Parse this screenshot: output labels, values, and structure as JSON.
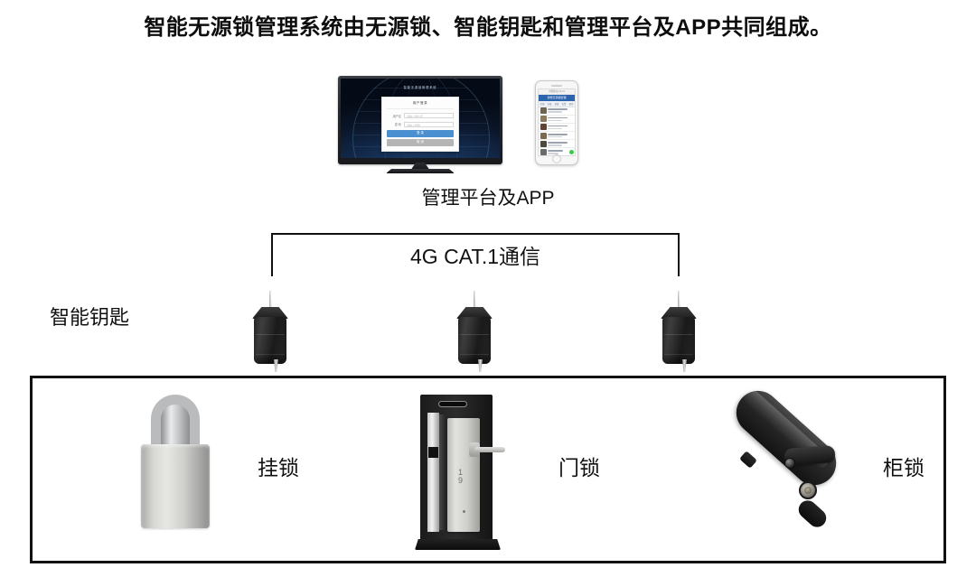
{
  "title": "智能无源锁管理系统由无源锁、智能钥匙和管理平台及APP共同组成。",
  "platform": {
    "label": "管理平台及APP",
    "monitor": {
      "name": "management-platform-monitor",
      "header_text": "智能无源锁管理系统",
      "dialog": {
        "title": "用户登录",
        "fields": [
          {
            "label": "用户名",
            "value": "",
            "placeholder": "请输入用户名"
          },
          {
            "label": "密  码",
            "value": "",
            "placeholder": "请输入密码"
          }
        ],
        "primary_button": "登 录",
        "secondary_button": "取 消"
      }
    },
    "phone": {
      "name": "management-app-phone",
      "status_text": "中国移动    10:24",
      "nav_title": "智能无源锁管理",
      "tabs": [
        "全部",
        "在线",
        "离线",
        "告警",
        "更多"
      ],
      "list_items": [
        {
          "title": "锁具编号 001",
          "subtitle": "在线 · 已上锁",
          "thumb_color": "#6f6352"
        },
        {
          "title": "锁具编号 002",
          "subtitle": "在线 · 已上锁",
          "thumb_color": "#8a7a5e"
        },
        {
          "title": "锁具编号 003",
          "subtitle": "离线 · 未知",
          "thumb_color": "#5e4434"
        },
        {
          "title": "锁具编号 004",
          "subtitle": "在线 · 已开锁",
          "thumb_color": "#7a6a52"
        },
        {
          "title": "锁具编号 005",
          "subtitle": "在线 · 已上锁",
          "thumb_color": "#4f4a40"
        },
        {
          "title": "锁具编号 006",
          "subtitle": "在线 · 已上锁",
          "thumb_color": "#6b6b6b"
        }
      ]
    }
  },
  "communication": {
    "label": "4G CAT.1通信"
  },
  "keys": {
    "label": "智能钥匙",
    "items": [
      {
        "name": "smart-key-1"
      },
      {
        "name": "smart-key-2"
      },
      {
        "name": "smart-key-3"
      }
    ]
  },
  "locks": [
    {
      "name": "padlock",
      "label": "挂锁"
    },
    {
      "name": "door-lock",
      "label": "门锁"
    },
    {
      "name": "cabinet-lock",
      "label": "柜锁"
    }
  ],
  "colors": {
    "line": "#111111",
    "text": "#111111",
    "accent_blue": "#4a8fd0",
    "app_nav_blue": "#2b63ad",
    "screen_dark": "#0a1528",
    "metal": "#d7d8d4",
    "lock_black": "#1a1a1a"
  }
}
